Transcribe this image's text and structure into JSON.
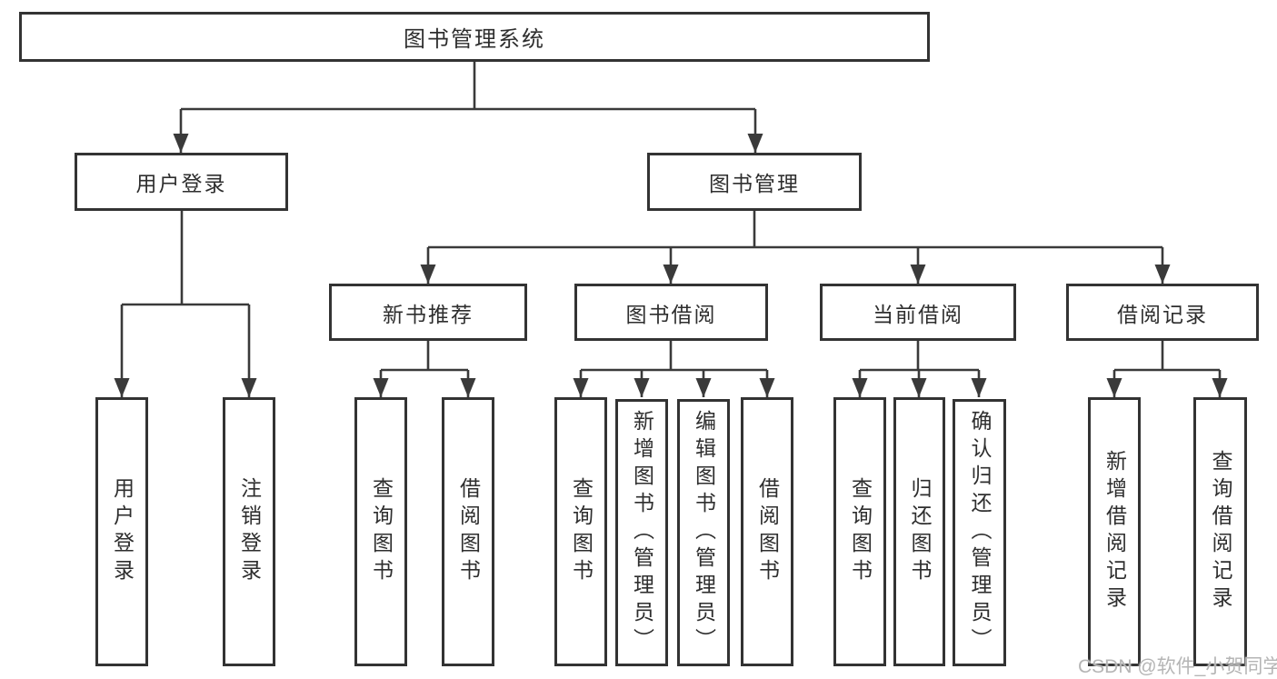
{
  "tree": {
    "root": {
      "label": "图书管理系统",
      "children": [
        {
          "label": "用户登录",
          "children": [
            {
              "label": "用户登录"
            },
            {
              "label": "注销登录"
            }
          ]
        },
        {
          "label": "图书管理",
          "children": [
            {
              "label": "新书推荐",
              "children": [
                {
                  "label": "查询图书"
                },
                {
                  "label": "借阅图书"
                }
              ]
            },
            {
              "label": "图书借阅",
              "children": [
                {
                  "label": "查询图书"
                },
                {
                  "label": "新增图书（管理员）"
                },
                {
                  "label": "编辑图书（管理员）"
                },
                {
                  "label": "借阅图书"
                }
              ]
            },
            {
              "label": "当前借阅",
              "children": [
                {
                  "label": "查询图书"
                },
                {
                  "label": "归还图书"
                },
                {
                  "label": "确认归还（管理员）"
                }
              ]
            },
            {
              "label": "借阅记录",
              "children": [
                {
                  "label": "新增借阅记录"
                },
                {
                  "label": "查询借阅记录"
                }
              ]
            }
          ]
        }
      ]
    }
  },
  "watermark": {
    "text": "CSDN @软件_小贺同学"
  },
  "colors": {
    "line": "#3a3a3a",
    "border": "#333333",
    "text": "#2e2e2e",
    "watermark": "#b5b5b5",
    "background": "#ffffff"
  }
}
